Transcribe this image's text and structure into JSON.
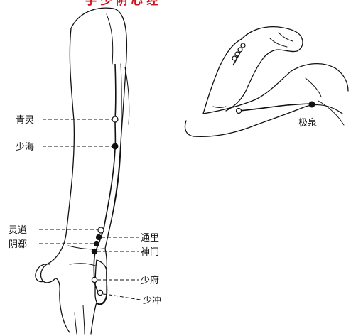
{
  "title_fragment": "手 少 阴 心 经",
  "points": {
    "qingling": "青灵",
    "shaohai": "少海",
    "lingdao": "灵道",
    "yinxi": "阴郄",
    "tongli": "通里",
    "shenmen": "神门",
    "shaofu": "少府",
    "shaochong": "少冲",
    "jiquan": "极泉"
  },
  "colors": {
    "title": "#d0101a",
    "line": "#111111",
    "background": "#ffffff"
  }
}
